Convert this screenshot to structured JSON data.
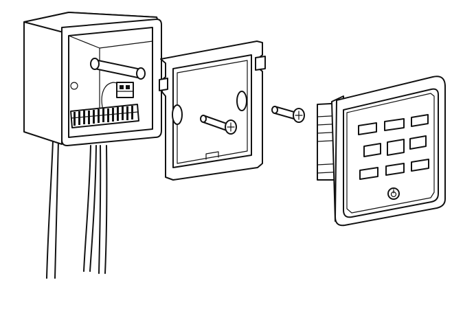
{
  "figure": {
    "title": "",
    "parts": [
      {
        "name": "junction-box",
        "icon": "junction-box-icon"
      },
      {
        "name": "mounting-frame",
        "icon": "mounting-frame-icon"
      },
      {
        "name": "fixing-screw",
        "icon": "screw-icon"
      },
      {
        "name": "control-panel",
        "icon": "keypad-panel-icon"
      }
    ],
    "keypad": {
      "rows": 3,
      "cols": 3,
      "power_button": true
    },
    "colors": {
      "line": "#111111",
      "background": "#ffffff"
    }
  }
}
